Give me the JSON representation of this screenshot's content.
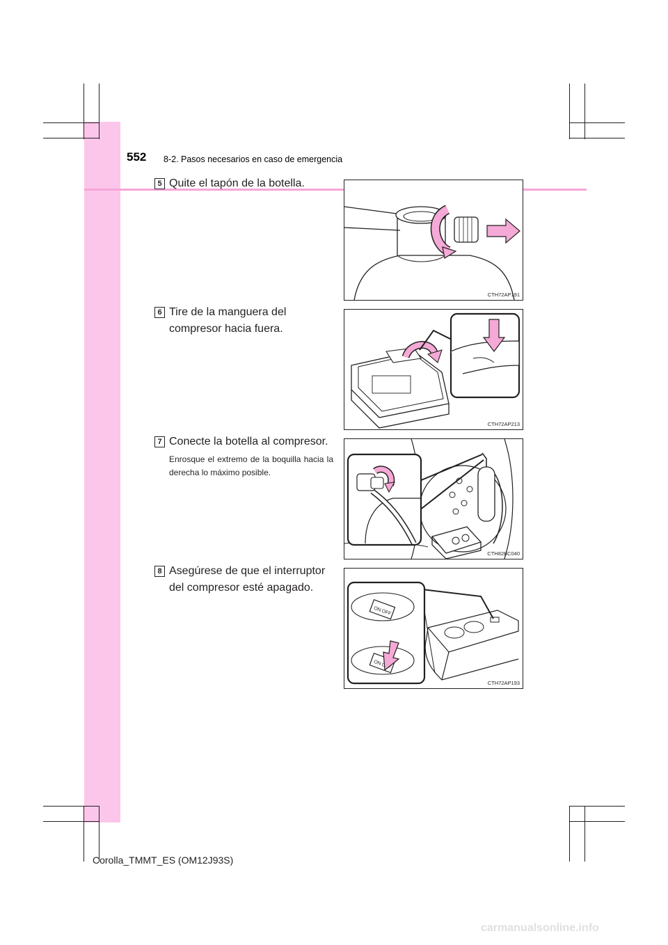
{
  "header": {
    "page_number": "552",
    "section": "8-2. Pasos necesarios en caso de emergencia"
  },
  "steps": [
    {
      "number": "5",
      "text": "Quite el tapón de la botella.",
      "note": "",
      "figure_code": "CTH72AP191"
    },
    {
      "number": "6",
      "text": "Tire de la manguera del compresor hacia fuera.",
      "note": "",
      "figure_code": "CTH72AP213"
    },
    {
      "number": "7",
      "text": "Conecte la botella al compresor.",
      "note": "Enrosque el extremo de la boquilla hacia la derecha lo máximo posible.",
      "figure_code": "CTH82BC040"
    },
    {
      "number": "8",
      "text": "Asegúrese de que el interruptor del compresor esté apagado.",
      "note": "",
      "figure_code": "CTH72AP193"
    }
  ],
  "switch_labels": {
    "on": "ON",
    "off": "OFF"
  },
  "footer": {
    "doc_id": "Corolla_TMMT_ES (OM12J93S)"
  },
  "watermark": "carmanualsonline.info",
  "colors": {
    "sidebar": "#fbc6ea",
    "accent_rule": "#f6a5d8",
    "arrow_fill": "#f4a9d6"
  }
}
